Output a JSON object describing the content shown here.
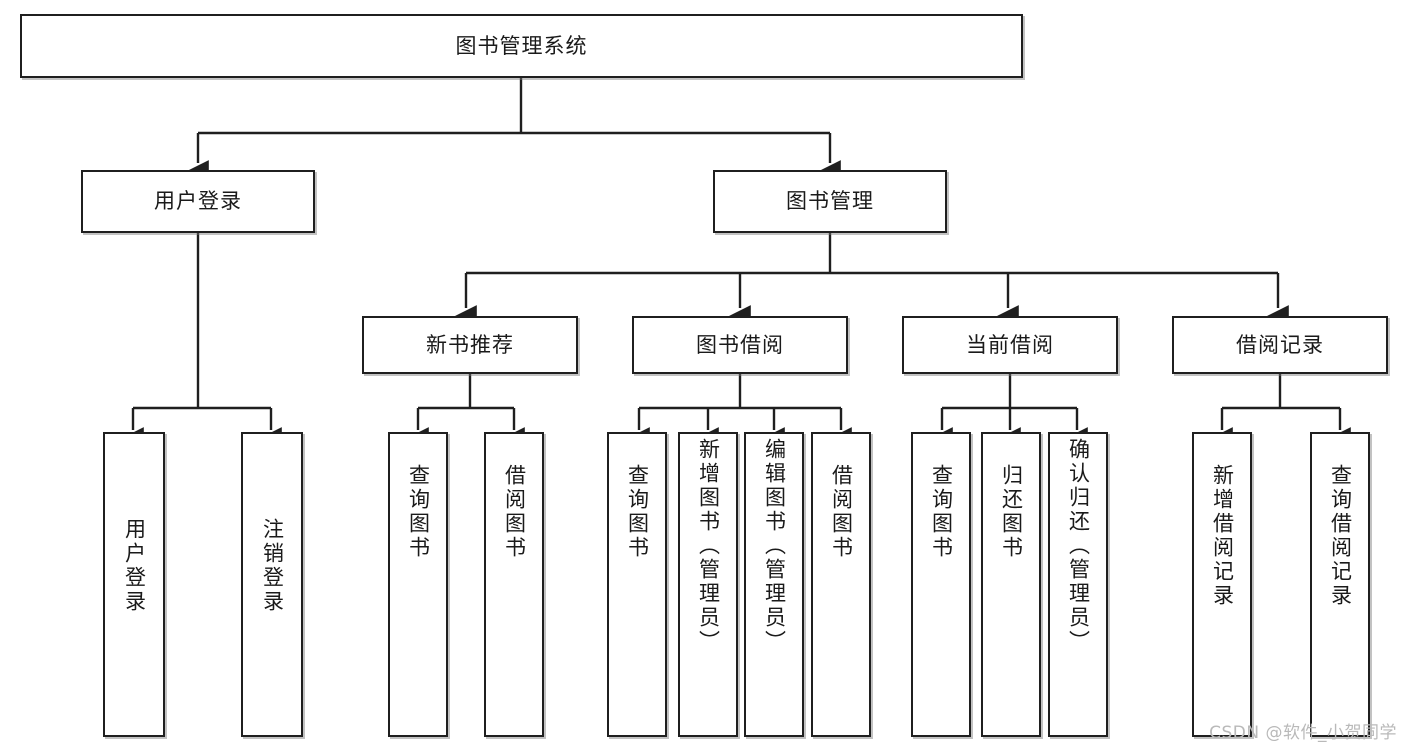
{
  "diagram": {
    "title": "图书管理系统",
    "type": "tree",
    "watermark": "CSDN @软件_小贺同学",
    "colors": {
      "box_border": "#1f1f1f",
      "box_fill": "#ffffff",
      "edge": "#1f1f1f",
      "watermark": "#b9b9b9",
      "background": "#ffffff"
    },
    "nodes": {
      "root": {
        "label": "图书管理系统"
      },
      "level2": [
        {
          "id": "user-login",
          "label": "用户登录"
        },
        {
          "id": "book-manage",
          "label": "图书管理"
        }
      ],
      "level3": [
        {
          "id": "new-book-rec",
          "label": "新书推荐"
        },
        {
          "id": "book-borrow",
          "label": "图书借阅"
        },
        {
          "id": "current-borrow",
          "label": "当前借阅"
        },
        {
          "id": "borrow-record",
          "label": "借阅记录"
        }
      ],
      "leaves": {
        "user-login": [
          {
            "id": "leaf-user-login",
            "label": "用户登录"
          },
          {
            "id": "leaf-logout",
            "label": "注销登录"
          }
        ],
        "new-book-rec": [
          {
            "id": "leaf-query-book-1",
            "label": "查询图书"
          },
          {
            "id": "leaf-borrow-book-1",
            "label": "借阅图书"
          }
        ],
        "book-borrow": [
          {
            "id": "leaf-query-book-2",
            "label": "查询图书"
          },
          {
            "id": "leaf-add-book",
            "label": "新增图书（管理员）"
          },
          {
            "id": "leaf-edit-book",
            "label": "编辑图书（管理员）"
          },
          {
            "id": "leaf-borrow-book-2",
            "label": "借阅图书"
          }
        ],
        "current-borrow": [
          {
            "id": "leaf-query-book-3",
            "label": "查询图书"
          },
          {
            "id": "leaf-return-book",
            "label": "归还图书"
          },
          {
            "id": "leaf-confirm-return",
            "label": "确认归还（管理员）"
          }
        ],
        "borrow-record": [
          {
            "id": "leaf-add-record",
            "label": "新增借阅记录"
          },
          {
            "id": "leaf-query-record",
            "label": "查询借阅记录"
          }
        ]
      }
    }
  }
}
